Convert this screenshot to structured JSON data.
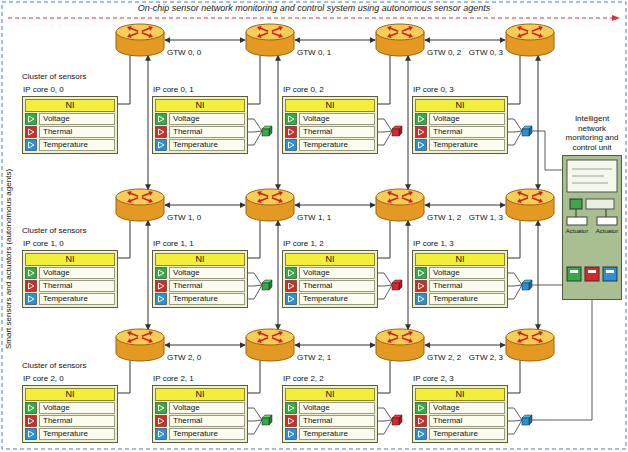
{
  "diagram": {
    "title": "On-chip sensor network monitoring and control system using autonomous sensor agents",
    "nodes": [
      {
        "text": [
          "GTW 0, 0"
        ]
      },
      {
        "text": [
          "GTW 0, 1"
        ]
      },
      {
        "text": [
          "GTW 0, 2"
        ]
      },
      {
        "text": [
          "GTW 0, 3"
        ]
      },
      {
        "text": [
          "IP core 0, 0",
          "NI"
        ]
      },
      {
        "text": [
          "Voltage"
        ],
        "in": 4
      },
      {
        "text": [
          "Thermal"
        ],
        "in": 4
      },
      {
        "text": [
          "Temperature"
        ],
        "in": 4
      },
      {
        "text": [
          "IP core 0, 1",
          "NI"
        ]
      },
      {
        "text": [
          "Voltage"
        ],
        "in": 8
      },
      {
        "text": [
          "Thermal"
        ],
        "in": 8
      },
      {
        "text": [
          "Temperature"
        ],
        "in": 8
      },
      {
        "text": [
          "IP core 0, 2",
          "NI"
        ]
      },
      {
        "text": [
          "Voltage"
        ],
        "in": 12
      },
      {
        "text": [
          "Thermal"
        ],
        "in": 12
      },
      {
        "text": [
          "Temperature"
        ],
        "in": 12
      },
      {
        "text": [
          "IP core 0, 3",
          "NI"
        ]
      },
      {
        "text": [
          "Voltage"
        ],
        "in": 16
      },
      {
        "text": [
          "Thermal"
        ],
        "in": 16
      },
      {
        "text": [
          "Temperature"
        ],
        "in": 16
      },
      {
        "text": [
          "Intelligent network monitoring and control unit"
        ]
      },
      {
        "text": [
          "GTW 1, 0"
        ]
      },
      {
        "text": [
          "GTW 1, 1"
        ]
      },
      {
        "text": [
          "GTW 1, 2"
        ]
      },
      {
        "text": [
          "GTW 1, 3"
        ]
      },
      {
        "text": [
          "IP core 1, 0",
          "NI"
        ]
      },
      {
        "text": [
          "Voltage"
        ],
        "in": 25
      },
      {
        "text": [
          "Thermal"
        ],
        "in": 25
      },
      {
        "text": [
          "Temperature"
        ],
        "in": 25
      },
      {
        "text": [
          "IP core 1, 1",
          "NI"
        ]
      },
      {
        "text": [
          "Voltage"
        ],
        "in": 29
      },
      {
        "text": [
          "Thermal"
        ],
        "in": 29
      },
      {
        "text": [
          "Temperature"
        ],
        "in": 29
      },
      {
        "text": [
          "IP core 1, 2",
          "NI"
        ]
      },
      {
        "text": [
          "Voltage"
        ],
        "in": 33
      },
      {
        "text": [
          "Thermal"
        ],
        "in": 33
      },
      {
        "text": [
          "Temperature"
        ],
        "in": 33
      },
      {
        "text": [
          "IP core 1, 3",
          "NI"
        ]
      },
      {
        "text": [
          "Voltage"
        ],
        "in": 37
      },
      {
        "text": [
          "Thermal"
        ],
        "in": 37
      },
      {
        "text": [
          "Temperature"
        ],
        "in": 37
      },
      {
        "text": [
          "GTW 2, 0"
        ]
      },
      {
        "text": [
          "GTW 2, 1"
        ]
      },
      {
        "text": [
          "GTW 2, 2"
        ]
      },
      {
        "text": [
          "GTW 2, 3"
        ]
      },
      {
        "text": [
          "IP core 2, 0",
          "NI"
        ]
      },
      {
        "text": [
          "Voltage"
        ],
        "in": 45
      },
      {
        "text": [
          "Thermal"
        ],
        "in": 45
      },
      {
        "text": [
          "Temperature"
        ],
        "in": 45
      },
      {
        "text": [
          "IP core 2, 1",
          "NI"
        ]
      },
      {
        "text": [
          "Voltage"
        ],
        "in": 49
      },
      {
        "text": [
          "Thermal"
        ],
        "in": 49
      },
      {
        "text": [
          "Temperature"
        ],
        "in": 49
      },
      {
        "text": [
          "IP core 2, 2",
          "NI"
        ]
      },
      {
        "text": [
          "Voltage"
        ],
        "in": 53
      },
      {
        "text": [
          "Thermal"
        ],
        "in": 53
      },
      {
        "text": [
          "Temperature"
        ],
        "in": 53
      },
      {
        "text": [
          "IP core 2, 3",
          "NI"
        ]
      },
      {
        "text": [
          "Voltage"
        ],
        "in": 57
      },
      {
        "text": [
          "Thermal"
        ],
        "in": 57
      },
      {
        "text": [
          "Temperature"
        ],
        "in": 57
      }
    ],
    "edges": [
      {
        "from": 0,
        "to": 1,
        "arrow": "both"
      },
      {
        "from": 1,
        "to": 2,
        "arrow": "both"
      },
      {
        "from": 2,
        "to": 3,
        "arrow": "both"
      },
      {
        "from": 21,
        "to": 22,
        "arrow": "both"
      },
      {
        "from": 22,
        "to": 23,
        "arrow": "both"
      },
      {
        "from": 23,
        "to": 24,
        "arrow": "both"
      },
      {
        "from": 41,
        "to": 42,
        "arrow": "both"
      },
      {
        "from": 42,
        "to": 43,
        "arrow": "both"
      },
      {
        "from": 43,
        "to": 44,
        "arrow": "both"
      },
      {
        "from": 0,
        "to": 21,
        "arrow": "both"
      },
      {
        "from": 1,
        "to": 22,
        "arrow": "both"
      },
      {
        "from": 2,
        "to": 23,
        "arrow": "both"
      },
      {
        "from": 3,
        "to": 24,
        "arrow": "both"
      },
      {
        "from": 21,
        "to": 41,
        "arrow": "both"
      },
      {
        "from": 22,
        "to": 42,
        "arrow": "both"
      },
      {
        "from": 23,
        "to": 43,
        "arrow": "both"
      },
      {
        "from": 24,
        "to": 44,
        "arrow": "both"
      },
      {
        "from": 4,
        "to": 0,
        "arrow": "none"
      },
      {
        "from": 8,
        "to": 1,
        "arrow": "none"
      },
      {
        "from": 12,
        "to": 2,
        "arrow": "none"
      },
      {
        "from": 16,
        "to": 3,
        "arrow": "none"
      },
      {
        "from": 25,
        "to": 21,
        "arrow": "none"
      },
      {
        "from": 29,
        "to": 22,
        "arrow": "none"
      },
      {
        "from": 33,
        "to": 23,
        "arrow": "none"
      },
      {
        "from": 37,
        "to": 24,
        "arrow": "none"
      },
      {
        "from": 45,
        "to": 41,
        "arrow": "none"
      },
      {
        "from": 49,
        "to": 42,
        "arrow": "none"
      },
      {
        "from": 53,
        "to": 43,
        "arrow": "none"
      },
      {
        "from": 57,
        "to": 44,
        "arrow": "none"
      }
    ],
    "labels": [
      "Smart sensors and actuators (autonomous agents)",
      "Cluster of sensors",
      "Cluster of sensors",
      "Cluster of sensors",
      "Actuator",
      "Actuator"
    ]
  }
}
